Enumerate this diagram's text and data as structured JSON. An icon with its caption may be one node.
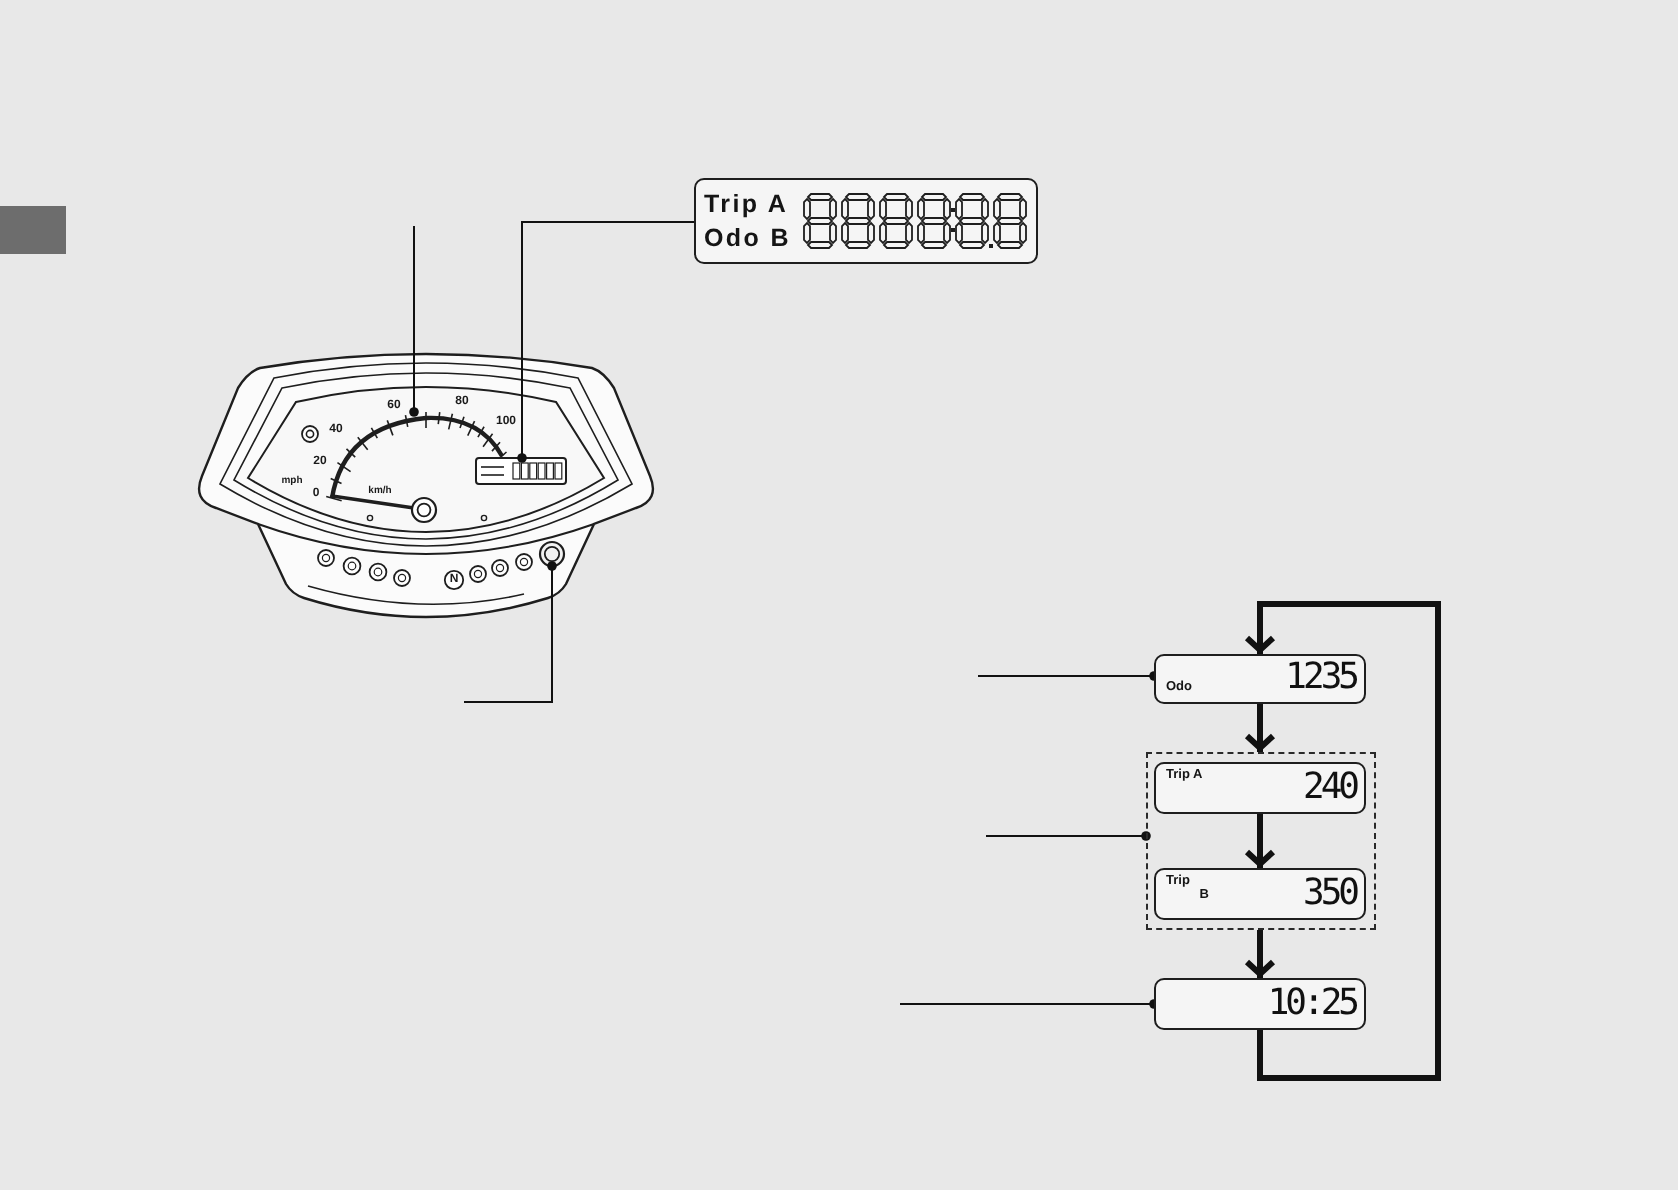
{
  "diagram": {
    "nodes": [
      {
        "text": [],
        "shape": "picture"
      },
      {
        "text": [],
        "shape": "picture",
        "in": 0
      },
      {
        "text": [],
        "shape": "box",
        "in": 0
      },
      {
        "text": [],
        "shape": "circle",
        "in": 0
      },
      {
        "text": [
          "Trip A",
          "Odo B"
        ]
      },
      {
        "text": [
          "Odo",
          "1235"
        ]
      },
      {
        "text": [],
        "shape": "box"
      },
      {
        "text": [
          "Trip A",
          "240"
        ],
        "in": 6
      },
      {
        "text": [
          "Trip $_{B}$",
          "350"
        ],
        "in": 6
      },
      {
        "text": [
          "10:25"
        ]
      }
    ],
    "edges": [
      {
        "from": null,
        "to": 1,
        "arrow": "other"
      },
      {
        "from": 4,
        "to": 2,
        "arrow": "other"
      },
      {
        "from": null,
        "to": 3,
        "arrow": "other"
      },
      {
        "from": null,
        "to": 5,
        "arrow": "other"
      },
      {
        "from": null,
        "to": 6,
        "arrow": "other"
      },
      {
        "from": null,
        "to": 9,
        "arrow": "other"
      },
      {
        "from": 5,
        "to": 6,
        "arrow": "to",
        "style": "thick"
      },
      {
        "from": 7,
        "to": 8,
        "arrow": "to",
        "style": "thick"
      },
      {
        "from": 6,
        "to": 9,
        "arrow": "to",
        "style": "thick"
      },
      {
        "from": 9,
        "to": 5,
        "arrow": "to",
        "style": "thick"
      }
    ],
    "labels": [
      "mph",
      "0",
      "20",
      "40",
      "60",
      "80",
      "100",
      "km/h",
      "N"
    ]
  }
}
